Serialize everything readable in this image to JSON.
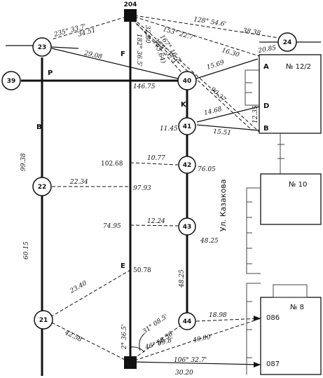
{
  "stations": [
    {
      "id": "204"
    },
    {
      "id": "23"
    },
    {
      "id": "24"
    },
    {
      "id": "39"
    },
    {
      "id": "40"
    },
    {
      "id": "41"
    },
    {
      "id": "42"
    },
    {
      "id": "43"
    },
    {
      "id": "44"
    },
    {
      "id": "22"
    },
    {
      "id": "21"
    }
  ],
  "points": [
    "P",
    "F",
    "B",
    "K",
    "E"
  ],
  "buildings": {
    "b12": {
      "number": "№ 12/2",
      "corners": [
        "A",
        "D",
        "B"
      ]
    },
    "b10": {
      "number": "№ 10"
    },
    "b8": {
      "number": "№ 8",
      "corners": [
        "086",
        "087"
      ]
    }
  },
  "street_label": "Ул. Казакова",
  "measurements": {
    "a_204_23": "235° 33.7'",
    "d_204_23": "34.51",
    "a_204_24": "128° 54.6'",
    "d_204_24": "38.38",
    "a_204_A": "153° 22.7'",
    "d_204_A": "16.30",
    "d_A_24": "20.85",
    "d_204_40": "32.80",
    "a_204_40": "182° 36.5'",
    "a_204_40b": "(45.64)",
    "a_204_B1": "167° 16.7'",
    "a_204_B2": "175° 37.1'",
    "d_204_B": "90.37",
    "d_23_40": "29.08",
    "d_40_A": "15.69",
    "d_39_40": "146.75",
    "d_41_D": "14.68",
    "d_41_B": "15.51",
    "d_D_B": "12.35",
    "d_40_41": "11.45",
    "d_42_main": "102.68",
    "d_42_off": "10.77",
    "d_42_len": "76.05",
    "d_22_off": "22.34",
    "d_22_main": "97.93",
    "d_43_main": "74.95",
    "d_43_off": "12.24",
    "d_43_len": "48.25",
    "d_B_22": "99.38",
    "d_22_21": "60.15",
    "d_E_main": "50.78",
    "d_21_E": "23.40",
    "d_21_bottom": "42.58",
    "d_43_44": "48.25",
    "a_bottom_44": "31° 08.5'",
    "d_bottom_44": "58.56",
    "a_bottom_main": "2° 36.5'",
    "a_bottom_086": "46° 09.8'",
    "d_bottom_086": "40.00",
    "d_44_086": "18.98",
    "a_bottom_087": "106° 32.7'",
    "d_bottom_087": "30.20"
  }
}
